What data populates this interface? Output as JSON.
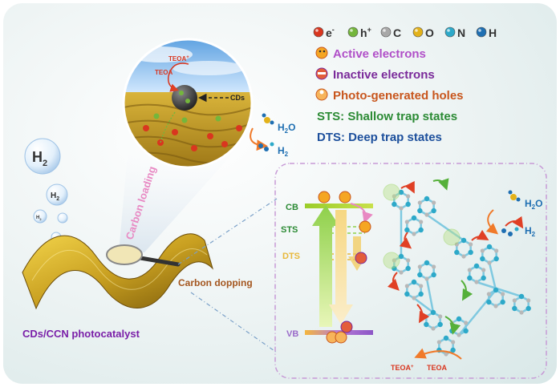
{
  "legend": {
    "atoms": [
      {
        "symbol": "e",
        "sup": "-",
        "color": "#d9361f"
      },
      {
        "symbol": "h",
        "sup": "+",
        "color": "#74b63c"
      },
      {
        "symbol": "C",
        "sup": "",
        "color": "#a8a8a8"
      },
      {
        "symbol": "O",
        "sup": "",
        "color": "#e3b21a"
      },
      {
        "symbol": "N",
        "sup": "",
        "color": "#2da9c9"
      },
      {
        "symbol": "H",
        "sup": "",
        "color": "#1f6fb2"
      }
    ],
    "active_electrons": "Active electrons",
    "inactive_electrons": "Inactive electrons",
    "photo_generated_holes": "Photo-generated holes",
    "sts": "STS: Shallow trap states",
    "dts": "DTS: Deep trap states"
  },
  "colors": {
    "active": "#b04fc8",
    "inactive": "#7a2a9a",
    "holes": "#c8561d",
    "sts": "#2b8a34",
    "dts": "#1c4f9c",
    "pink": "#e889c3",
    "brown": "#a4561f",
    "purple": "#7a1fa8"
  },
  "inset": {
    "teoa_plus": "TEOA",
    "teoa_plus_sup": "+",
    "teoa": "TEOA",
    "cds": "CDs"
  },
  "product_top": {
    "h2o": "H",
    "h2o_sub": "2",
    "h2o_end": "O",
    "h2": "H",
    "h2_sub": "2"
  },
  "bubbles": {
    "h2": "H",
    "h2_sub": "2"
  },
  "labels": {
    "carbon_loading": "Carbon loading",
    "carbon_dopping": "Carbon dopping",
    "catalyst": "CDs/CCN  photocatalyst"
  },
  "band": {
    "cb": "CB",
    "sts": "STS",
    "dts": "DTS",
    "vb": "VB"
  },
  "structure": {
    "h2o": "H",
    "h2o_sub": "2",
    "h2o_end": "O",
    "h2": "H",
    "h2_sub": "2",
    "teoa_plus": "TEOA",
    "teoa_plus_sup": "+",
    "teoa": "TEOA"
  }
}
